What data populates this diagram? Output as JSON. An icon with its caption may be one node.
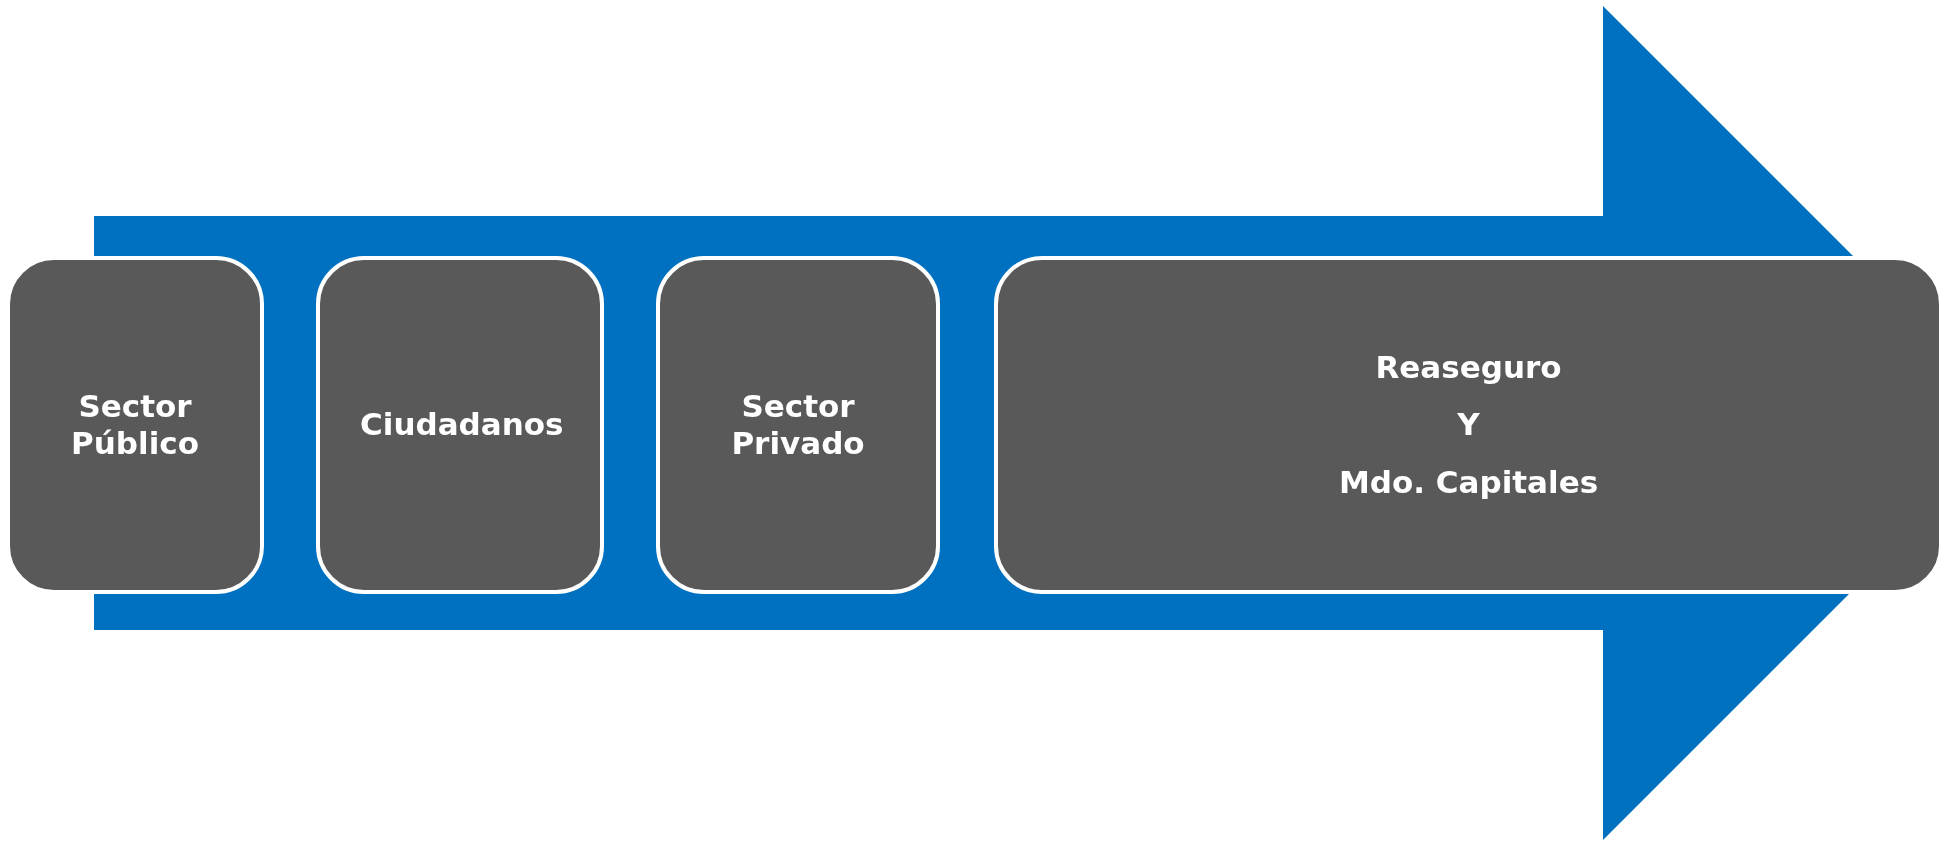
{
  "diagram": {
    "nodes": [
      {
        "text": [
          "Sector Público"
        ]
      },
      {
        "text": [
          "Ciudadanos"
        ]
      },
      {
        "text": [
          "Sector Privado"
        ]
      },
      {
        "text": [
          "Reaseguro",
          "Y",
          "Mdo. Capitales"
        ]
      }
    ]
  }
}
